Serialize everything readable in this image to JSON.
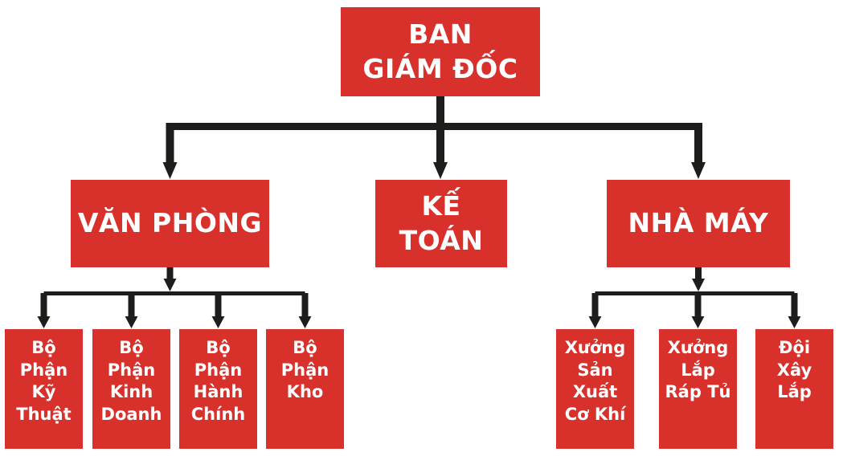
{
  "diagram": {
    "title": "Company organization chart",
    "root": {
      "label": "BAN\nGIÁM ĐỐC"
    },
    "level2": [
      {
        "id": "van-phong",
        "label": "VĂN PHÒNG"
      },
      {
        "id": "ke-toan",
        "label": "KẾ TOÁN"
      },
      {
        "id": "nha-may",
        "label": "NHÀ MÁY"
      }
    ],
    "office_departments": [
      {
        "label": "Bộ\nPhận\nKỹ\nThuật"
      },
      {
        "label": "Bộ\nPhận\nKinh\nDoanh"
      },
      {
        "label": "Bộ\nPhận\nHành\nChính"
      },
      {
        "label": "Bộ\nPhận\nKho"
      }
    ],
    "factory_departments": [
      {
        "label": "Xưởng\nSản\nXuất\nCơ Khí"
      },
      {
        "label": "Xưởng\nLắp\nRáp Tủ"
      },
      {
        "label": "Đội\nXây\nLắp"
      }
    ],
    "colors": {
      "box_red": "#d8312c",
      "text_white": "#ffffff",
      "connector_black": "#1d1d1b",
      "background": "#ffffff"
    }
  }
}
